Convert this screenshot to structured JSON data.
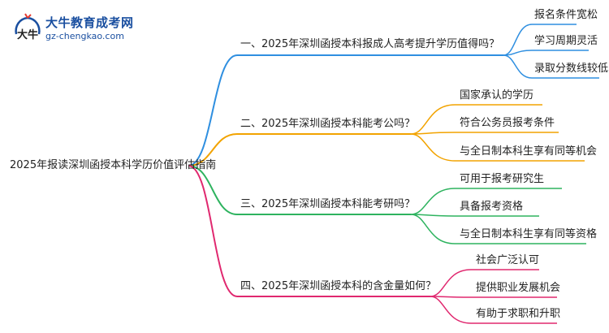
{
  "logo": {
    "title": "大牛教育成考网",
    "url": "gz-chengkao.com",
    "mark_text": "大牛",
    "colors": {
      "primary": "#1a4fa0",
      "accent": "#e63a2e"
    }
  },
  "root": {
    "label": "2025年报读深圳函授本科学历价值评估指南"
  },
  "branches": [
    {
      "label": "一、2025年深圳函授本科报成人高考提升学历值得吗？",
      "color": "#2f8fe0",
      "children": [
        "报名条件宽松",
        "学习周期灵活",
        "录取分数线较低"
      ]
    },
    {
      "label": "二、2025年深圳函授本科能考公吗？",
      "color": "#f2a300",
      "children": [
        "国家承认的学历",
        "符合公务员报考条件",
        "与全日制本科生享有同等机会"
      ]
    },
    {
      "label": "三、2025年深圳函授本科能考研吗？",
      "color": "#2eb35f",
      "children": [
        "可用于报考研究生",
        "具备报考资格",
        "与全日制本科生享有同等资格"
      ]
    },
    {
      "label": "四、2025年深圳函授本科的含金量如何？",
      "color": "#e0286f",
      "children": [
        "社会广泛认可",
        "提供职业发展机会",
        "有助于求职和升职"
      ]
    }
  ]
}
